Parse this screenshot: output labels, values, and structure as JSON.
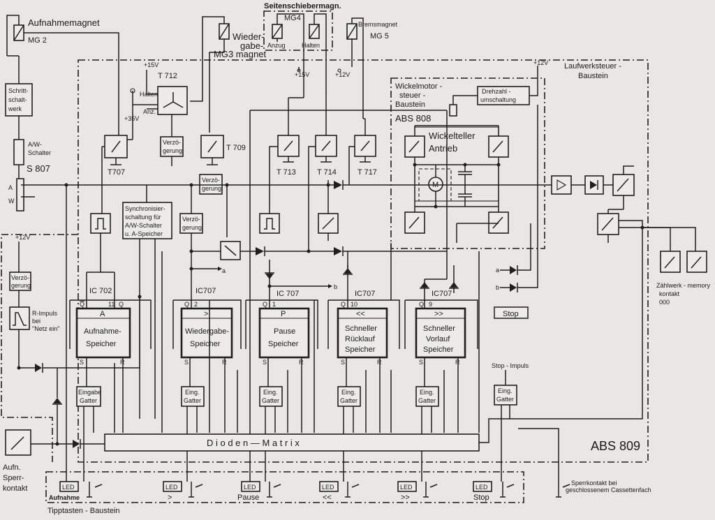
{
  "labels": {
    "mg2_title": "Aufnahmemagnet",
    "mg2": "MG 2",
    "seitenschieber": "Seitenschiebermagn.",
    "mg4": "MG4",
    "anzug": "Anzug",
    "halten": "Halten",
    "bremsmagnet": "Bremsmagnet",
    "mg5": "MG 5",
    "wiedergabe1": "Wieder-",
    "wiedergabe2": "gabe-",
    "mg3": "MG3 magnet",
    "laufwerk1": "Laufwerksteuer -",
    "laufwerk2": "Baustein",
    "schritt1": "Schritt-",
    "schritt2": "schalt-",
    "schritt3": "werk",
    "aw1": "A/W-",
    "aw2": "Schalter",
    "s807": "S 807",
    "a": "A",
    "w": "W",
    "p15v_a": "+15V",
    "p15v_b": "+15V",
    "p12v_a": "+12V",
    "p12v_b": "+12V",
    "p12v_c": "+12V",
    "p35v": "+35V",
    "t712": "T 712",
    "halten2": "Halten",
    "anz": "Anz.",
    "t707": "T707",
    "t709": "T 709",
    "t713": "T 713",
    "t714": "T 714",
    "t717": "T 717",
    "verz1a": "Verzö-",
    "verz1b": "gerung",
    "verz2a": "Verzö-",
    "verz2b": "gerung",
    "verz3a": "Verzö-",
    "verz3b": "gerung",
    "verz4a": "Verzö-",
    "verz4b": "gerung",
    "sync1": "Synchronisier-",
    "sync2": "schaltung für",
    "sync3": "A/W-Schalter",
    "sync4": "u. A-Speicher",
    "wick1": "Wickelmotor -",
    "wick2": "steuer -",
    "wick3": "Baustein",
    "abs808": "ABS 808",
    "drehzahl1": "Drehzahl -",
    "drehzahl2": "umschaltung",
    "wickelteller": "Wickelteller",
    "antrieb": "Antrieb",
    "motor": "M",
    "rimp1": "R-Impuls",
    "rimp2": "bei",
    "rimp3": "\"Netz ein\"",
    "ic702": "IC 702",
    "ic707a": "IC707",
    "ic707b": "IC 707",
    "ic707c": "IC707",
    "ic707d": "IC707",
    "sp1a": "Aufnahme-",
    "sp1b": "Speicher",
    "sp1sym": "A",
    "sp2a": "Wiedergabe-",
    "sp2b": "Speicher",
    "sp2sym": ">",
    "sp3a": "Pause",
    "sp3b": "Speicher",
    "sp3sym": "P",
    "sp4a": "Schneller",
    "sp4b": "Rücklauf",
    "sp4c": "Speicher",
    "sp4sym": "<<",
    "sp5a": "Schneller",
    "sp5b": "Vorlauf",
    "sp5c": "Speicher",
    "sp5sym": ">>",
    "pin_q": "Q",
    "pin_11": "11",
    "pin_2": "2",
    "pin_1": "1",
    "pin_10": "10",
    "pin_9": "9",
    "pin_s": "S",
    "pin_r": "R",
    "eing1a": "Eingabe",
    "eing1b": "Gatter",
    "eing_a": "Eing.",
    "eing_b": "Gatter",
    "stop_box": "Stop",
    "stop_impuls": "Stop - Impuls",
    "dioden": "D i o d e n    —    M a t r i x",
    "abs809": "ABS 809",
    "zaehl1": "Zählwerk - memory",
    "zaehl2": "kontakt",
    "zaehl3": "000",
    "sig_a": "a",
    "sig_b": "b",
    "aufn1": "Aufn.",
    "aufn2": "Sperr-",
    "aufn3": "kontakt",
    "led": "LED",
    "key_aufnahme": "Aufnahme",
    "key_wiedergabe": ">",
    "key_pause": "Pause",
    "key_ruecklauf": "<<",
    "key_vorlauf": ">>",
    "key_stop": "Stop",
    "sperr1": "Sperrkontakt  bei",
    "sperr2": "geschlossenem Cassettenfach",
    "tipptasten": "Tipptasten  -  Baustein"
  }
}
